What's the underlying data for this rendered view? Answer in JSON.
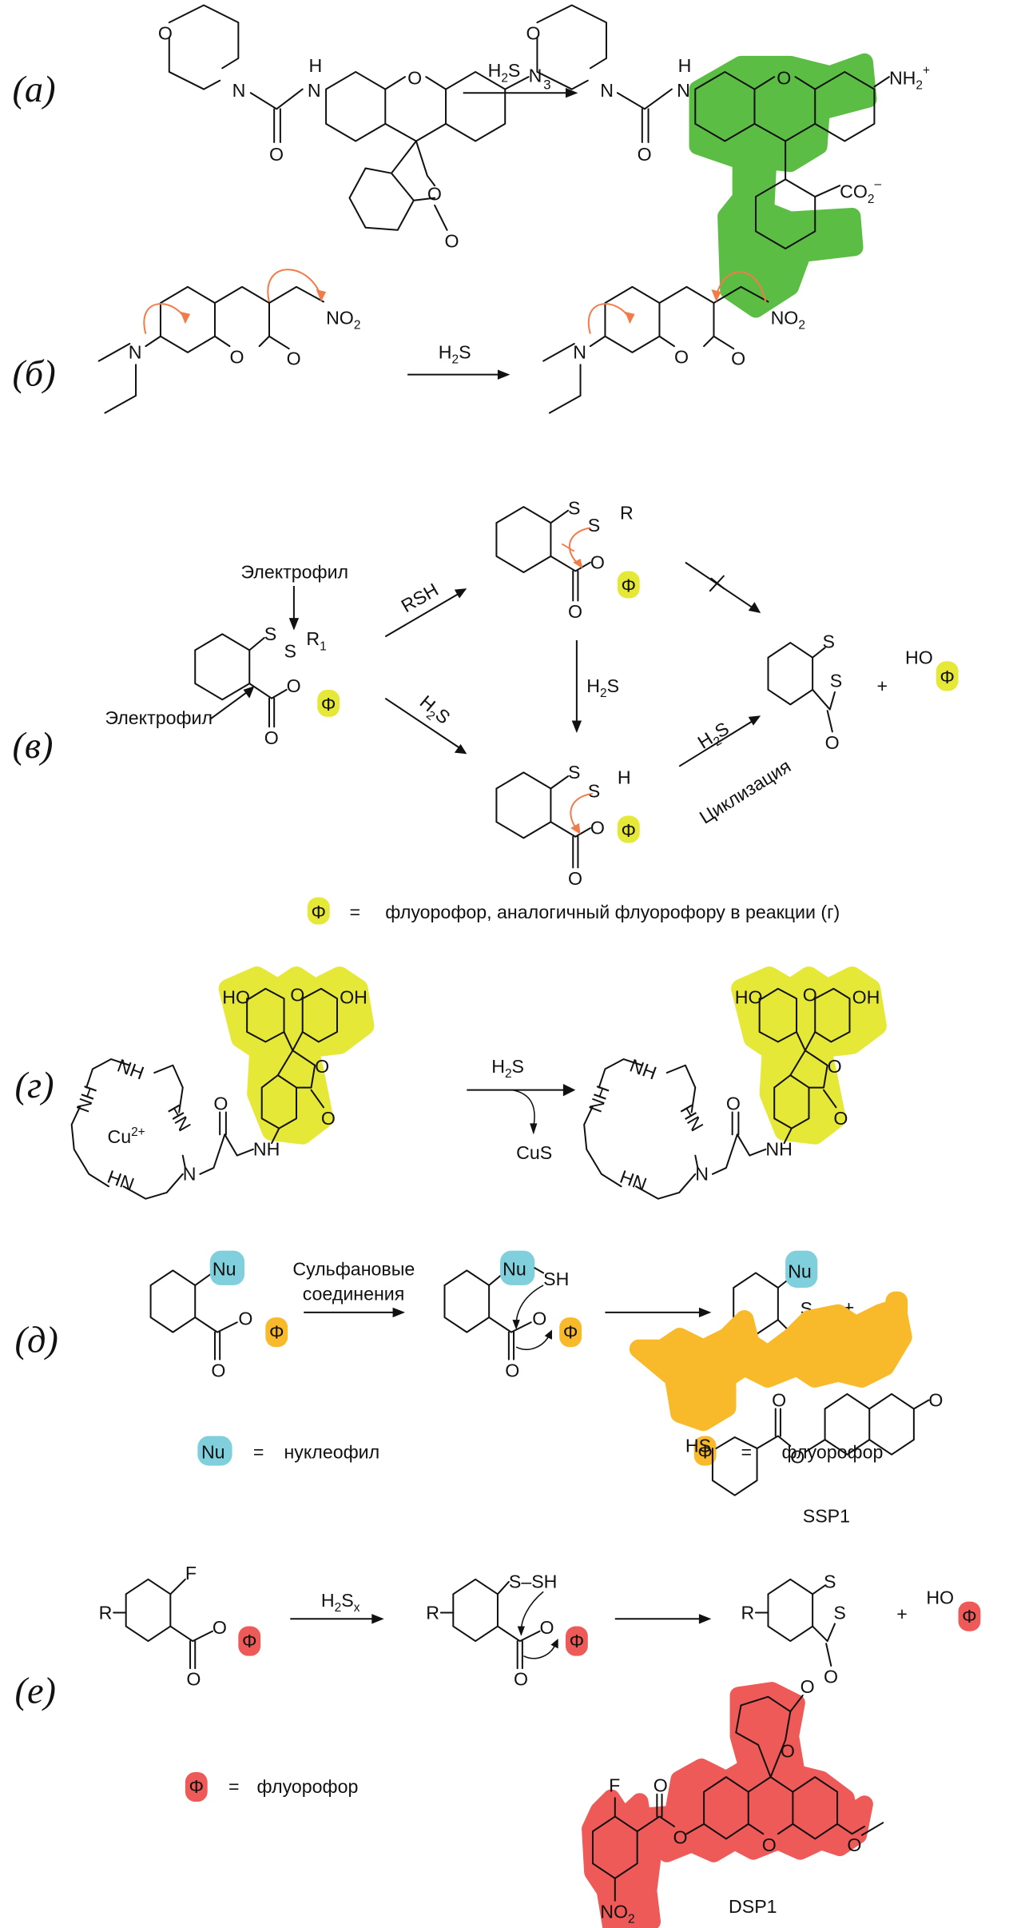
{
  "figure": {
    "colors": {
      "green": "#5cbd45",
      "yellow": "#e6e838",
      "orange": "#f8b92a",
      "blue": "#7fcfdc",
      "red_highlight": "#ee5a58",
      "curly_arrow": "#f27b4a",
      "rsh_red": "#c0272d",
      "h2s_orange": "#f26a3a"
    },
    "sections": {
      "a": {
        "label": "(а)",
        "reagent": "H",
        "reagent_sub": "2",
        "reagent_tail": "S",
        "reactant_labels": [
          "O",
          "N",
          "H",
          "N",
          "O",
          "O",
          "N",
          "3",
          "O",
          "O"
        ],
        "product_labels": {
          "o_morph": "O",
          "n_morph": "N",
          "h": "H",
          "n_amide": "N",
          "o_carbonyl": "O",
          "o_xanthene": "O",
          "nh2": "NH",
          "nh2_sub": "2",
          "nh2_sup": "+",
          "co2": "CO",
          "co2_sub": "2",
          "co2_sup": "–"
        }
      },
      "b": {
        "label": "(б)",
        "reagent": "H",
        "reagent_sub": "2",
        "reagent_tail": "S",
        "no2": "NO",
        "no2_sub": "2",
        "n": "N",
        "o_ring": "O",
        "o_carbonyl": "O"
      },
      "c": {
        "label": "(в)",
        "electrophile_top": "Электрофил",
        "electrophile_left": "Электрофил",
        "rsh": "RSH",
        "h2s_diag": "H",
        "h2s_diag_sub": "2",
        "h2s_diag_tail": "S",
        "h2s_down": "H",
        "h2s_down_sub": "2",
        "h2s_down_tail": "S",
        "h2s_cycl": "H",
        "h2s_cycl_sub": "2",
        "h2s_cycl_tail": "S",
        "cyclization": "Циклизация",
        "s": "S",
        "r1": "R",
        "r1_sub": "1",
        "r": "R",
        "h": "H",
        "o": "O",
        "phi": "Φ",
        "ho": "HO",
        "plus": "+",
        "legend_eq": "=",
        "legend_text": "флуорофор, аналогичный флуорофору в реакции (г)"
      },
      "d": {
        "label": "(г)",
        "reagent": "H",
        "reagent_sub": "2",
        "reagent_tail": "S",
        "byproduct": "CuS",
        "ho": "HO",
        "oh": "OH",
        "o": "O",
        "nh": "NH",
        "hn": "HN",
        "n": "N",
        "cu": "Cu",
        "cu_sup": "2+"
      },
      "e": {
        "label": "(д)",
        "reagent_line1": "Сульфановые",
        "reagent_line2": "соединения",
        "nu": "Nu",
        "sh": "SH",
        "s": "S",
        "o": "O",
        "phi": "Φ",
        "plus": "+",
        "legend_nu": "Nu",
        "legend_nu_eq": "=",
        "legend_nu_text": "нуклеофил",
        "legend_phi": "Φ",
        "legend_phi_eq": "=",
        "legend_phi_text": "флуорофор",
        "compound": "SSP1",
        "hs": "HS"
      },
      "f": {
        "label": "(е)",
        "reagent": "H",
        "reagent_sub": "2",
        "reagent_tail": "S",
        "reagent_sub2": "x",
        "f": "F",
        "r": "R",
        "o": "O",
        "ssh": "S–SH",
        "s": "S",
        "phi": "Φ",
        "ho": "HO",
        "plus": "+",
        "legend_phi": "Φ",
        "legend_eq": "=",
        "legend_text": "флуорофор",
        "compound": "DSP1",
        "no2": "NO",
        "no2_sub": "2"
      }
    }
  }
}
